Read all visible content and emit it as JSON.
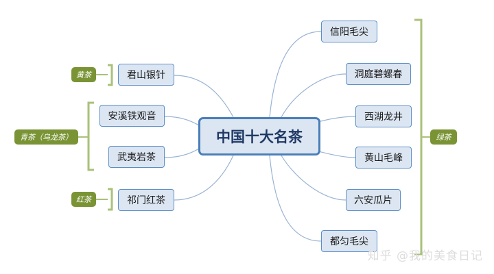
{
  "title": "中国十大名茶",
  "categories": {
    "yellow": "黄茶",
    "oolong": "青茶（乌龙茶）",
    "black": "红茶",
    "green": "绿茶"
  },
  "teas": {
    "junshan": "君山银针",
    "anxi": "安溪铁观音",
    "wuyi": "武夷岩茶",
    "qimen": "祁门红茶",
    "xinyang": "信阳毛尖",
    "dongting": "洞庭碧螺春",
    "xihu": "西湖龙井",
    "huangshan": "黄山毛峰",
    "luan": "六安瓜片",
    "duyun": "都匀毛尖"
  },
  "watermark": "知乎 @我的美食日记",
  "colors": {
    "node_fill": "#dce6f2",
    "node_border": "#5b8ec6",
    "link": "#9ab4d3",
    "bracket": "#a9c17a",
    "tag_fill": "#7a9435"
  }
}
